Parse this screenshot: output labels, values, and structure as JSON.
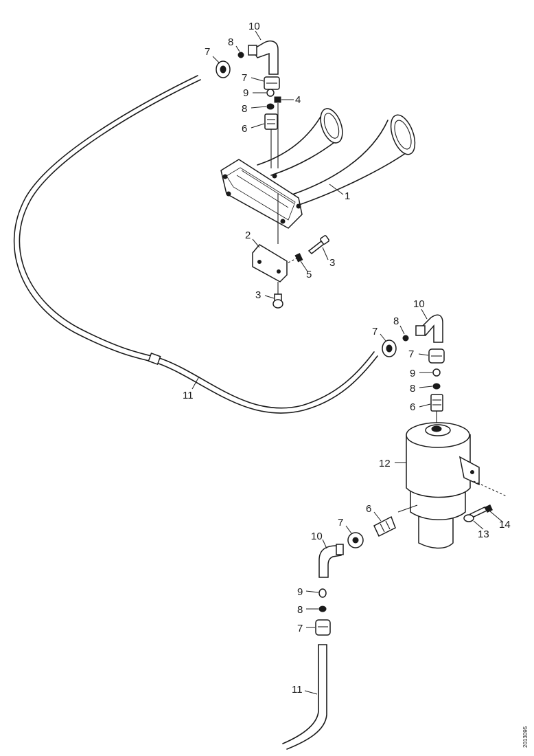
{
  "diagram": {
    "reference_code": "2013095",
    "callouts": {
      "horn_assembly": "1",
      "bracket": "2",
      "screw_bracket": "3",
      "screw_bottom": "3",
      "washer_top": "4",
      "washer_bracket": "5",
      "union_top": "6",
      "union_right": "6",
      "union_bottom": "6",
      "nut_upper_left": "7",
      "nut_upper_center": "7",
      "nut_mid_left": "7",
      "nut_mid_right": "7",
      "nut_lower_center": "7",
      "nut_lower_left": "7",
      "seal_upper_a": "8",
      "seal_upper_b": "8",
      "seal_mid_a": "8",
      "seal_mid_b": "8",
      "seal_lower": "8",
      "ring_upper": "9",
      "ring_mid": "9",
      "ring_lower": "9",
      "elbow_upper": "10",
      "elbow_mid": "10",
      "elbow_lower": "10",
      "hose_main": "11",
      "hose_lower": "11",
      "compressor": "12",
      "screw_compressor": "13",
      "washer_compressor": "14"
    }
  }
}
